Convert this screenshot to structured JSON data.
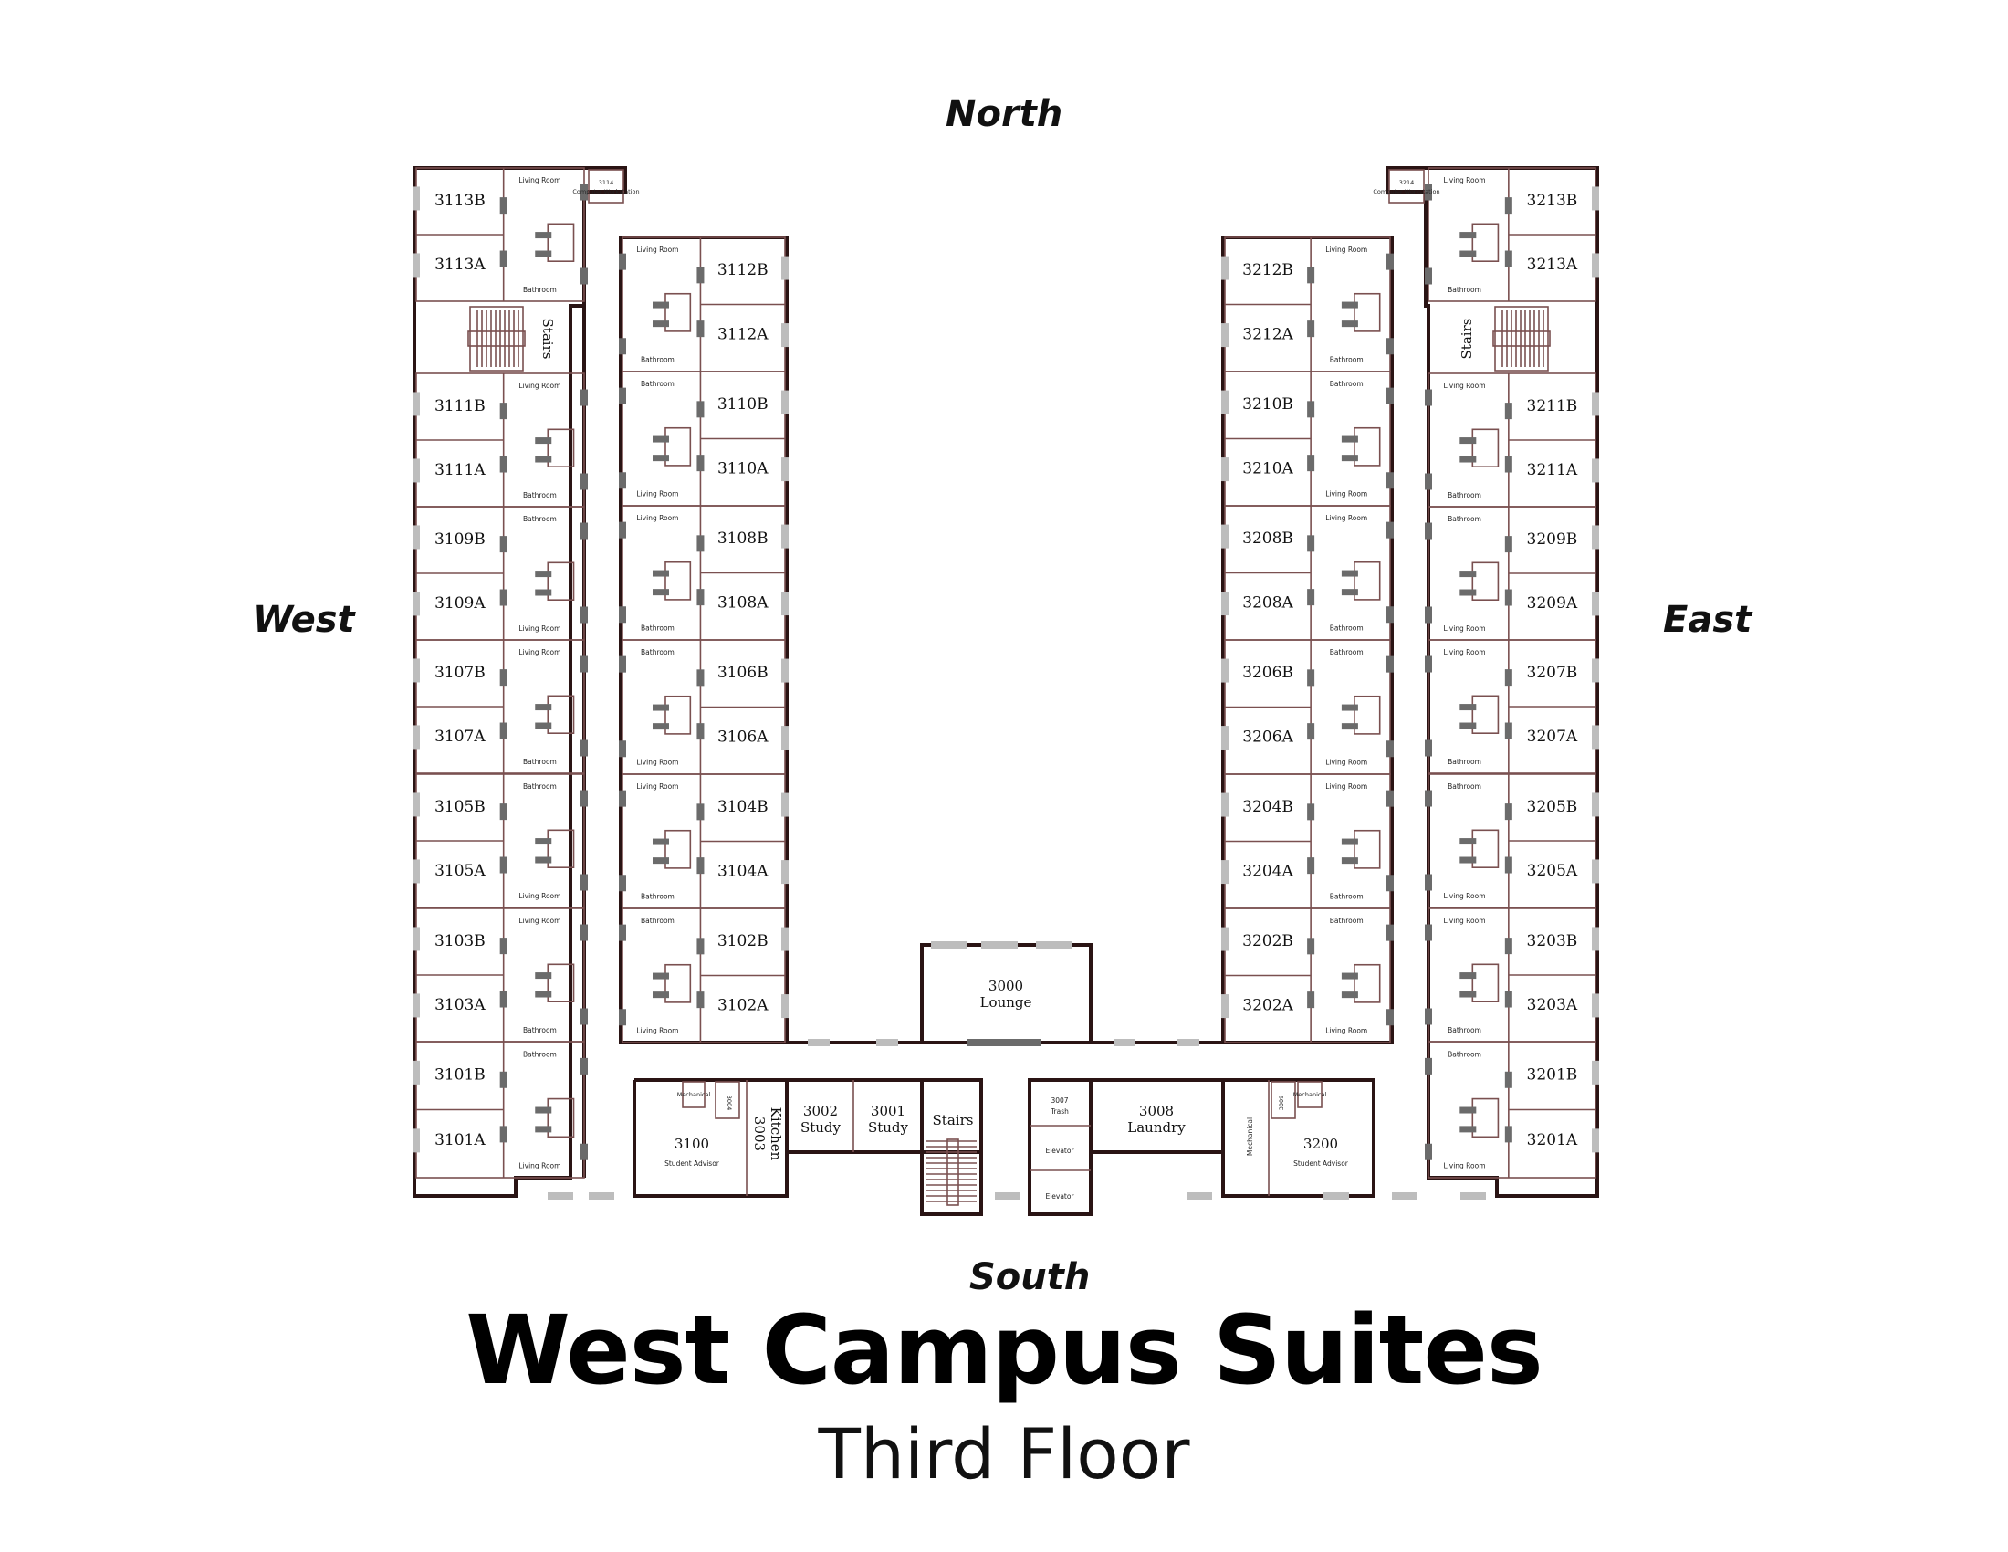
{
  "compass": {
    "north": "North",
    "south": "South",
    "east": "East",
    "west": "West"
  },
  "title": "West Campus Suites",
  "subtitle": "Third Floor",
  "labels": {
    "living": "Living Room",
    "bath": "Bathroom",
    "stairs": "Stairs",
    "computer_room": "Computer Workstation"
  },
  "wings": {
    "west_outer": [
      {
        "b": "3113B",
        "a": "3113A",
        "top": "Living Room",
        "bottom": "Bathroom"
      },
      {
        "b": "3111B",
        "a": "3111A",
        "top": "Living Room",
        "bottom": "Bathroom"
      },
      {
        "b": "3109B",
        "a": "3109A",
        "top": "Bathroom",
        "bottom": "Living Room"
      },
      {
        "b": "3107B",
        "a": "3107A",
        "top": "Living Room",
        "bottom": "Bathroom"
      },
      {
        "b": "3105B",
        "a": "3105A",
        "top": "Bathroom",
        "bottom": "Living Room"
      },
      {
        "b": "3103B",
        "a": "3103A",
        "top": "Living Room",
        "bottom": "Bathroom"
      },
      {
        "b": "3101B",
        "a": "3101A",
        "top": "Bathroom",
        "bottom": "Living Room"
      }
    ],
    "west_inner": [
      {
        "b": "3112B",
        "a": "3112A",
        "top": "Living Room",
        "bottom": "Bathroom"
      },
      {
        "b": "3110B",
        "a": "3110A",
        "top": "Bathroom",
        "bottom": "Living Room"
      },
      {
        "b": "3108B",
        "a": "3108A",
        "top": "Living Room",
        "bottom": "Bathroom"
      },
      {
        "b": "3106B",
        "a": "3106A",
        "top": "Bathroom",
        "bottom": "Living Room"
      },
      {
        "b": "3104B",
        "a": "3104A",
        "top": "Living Room",
        "bottom": "Bathroom"
      },
      {
        "b": "3102B",
        "a": "3102A",
        "top": "Bathroom",
        "bottom": "Living Room"
      }
    ],
    "east_inner": [
      {
        "b": "3212B",
        "a": "3212A",
        "top": "Living Room",
        "bottom": "Bathroom"
      },
      {
        "b": "3210B",
        "a": "3210A",
        "top": "Bathroom",
        "bottom": "Living Room"
      },
      {
        "b": "3208B",
        "a": "3208A",
        "top": "Living Room",
        "bottom": "Bathroom"
      },
      {
        "b": "3206B",
        "a": "3206A",
        "top": "Bathroom",
        "bottom": "Living Room"
      },
      {
        "b": "3204B",
        "a": "3204A",
        "top": "Living Room",
        "bottom": "Bathroom"
      },
      {
        "b": "3202B",
        "a": "3202A",
        "top": "Bathroom",
        "bottom": "Living Room"
      }
    ],
    "east_outer": [
      {
        "b": "3213B",
        "a": "3213A",
        "top": "Living Room",
        "bottom": "Bathroom"
      },
      {
        "b": "3211B",
        "a": "3211A",
        "top": "Living Room",
        "bottom": "Bathroom"
      },
      {
        "b": "3209B",
        "a": "3209A",
        "top": "Bathroom",
        "bottom": "Living Room"
      },
      {
        "b": "3207B",
        "a": "3207A",
        "top": "Living Room",
        "bottom": "Bathroom"
      },
      {
        "b": "3205B",
        "a": "3205A",
        "top": "Bathroom",
        "bottom": "Living Room"
      },
      {
        "b": "3203B",
        "a": "3203A",
        "top": "Living Room",
        "bottom": "Bathroom"
      },
      {
        "b": "3201B",
        "a": "3201A",
        "top": "Bathroom",
        "bottom": "Living Room"
      }
    ]
  },
  "rooms": {
    "r3114_num": "3114",
    "r3214_num": "3214",
    "lounge_num": "3000",
    "lounge": "Lounge",
    "r3100_num": "3100",
    "r3200_num": "3200",
    "student_advisor": "Student Advisor",
    "r3003_num": "3003",
    "kitchen": "Kitchen",
    "r3002_num": "3002",
    "r3001_num": "3001",
    "study": "Study",
    "r3007_num": "3007",
    "trash": "Trash",
    "r3008_num": "3008",
    "laundry": "Laundry",
    "elevator": "Elevator",
    "mechanical": "Mechanical",
    "r3004_num": "3004",
    "r3009_num": "3009"
  }
}
